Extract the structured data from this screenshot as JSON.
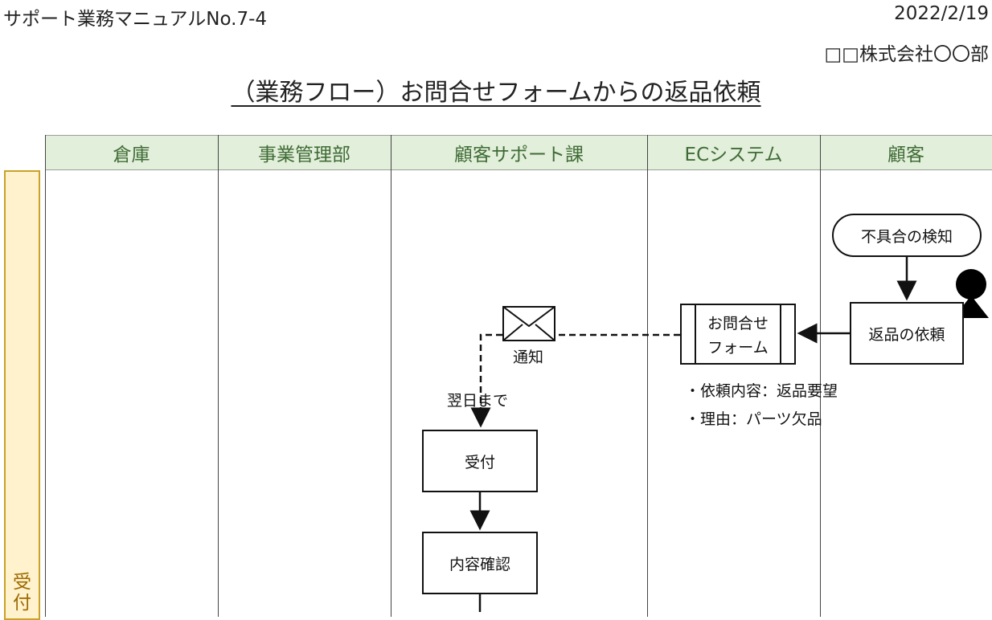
{
  "header": {
    "doc_id": "サポート業務マニュアルNo.7-4",
    "date": "2022/2/19",
    "department": "□□株式会社〇〇部",
    "title": "（業務フロー）お問合せフォームからの返品依頼"
  },
  "lanes": [
    {
      "label": "倉庫"
    },
    {
      "label": "事業管理部"
    },
    {
      "label": "顧客サポート課"
    },
    {
      "label": "ECシステム"
    },
    {
      "label": "顧客"
    }
  ],
  "phase": {
    "label": "受付"
  },
  "nodes": {
    "detect": "不具合の検知",
    "request": "返品の依頼",
    "form_line1": "お問合せ",
    "form_line2": "フォーム",
    "notify": "通知",
    "deadline": "翌日まで",
    "receive": "受付",
    "check": "内容確認"
  },
  "notes": [
    "・依頼内容：返品要望",
    "・理由：パーツ欠品"
  ]
}
